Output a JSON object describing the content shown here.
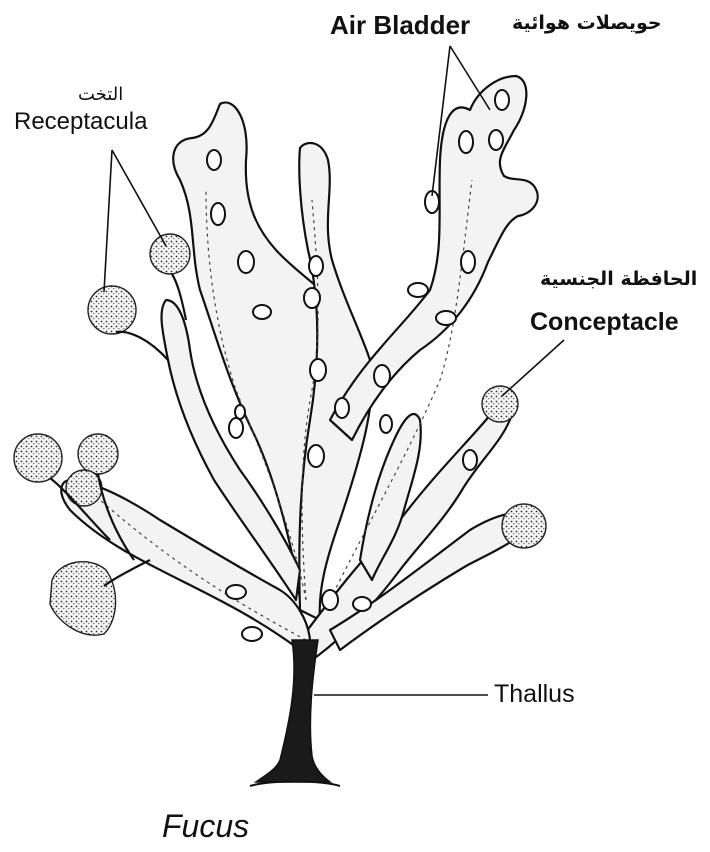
{
  "labels": {
    "air_bladder_en": "Air Bladder",
    "air_bladder_ar": "حويصلات هوائية",
    "receptacula_ar": "التخت",
    "receptacula_en": "Receptacula",
    "conceptacle_ar": "الحافظة الجنسية",
    "conceptacle_en": "Conceptacle",
    "thallus": "Thallus",
    "caption": "Fucus"
  },
  "colors": {
    "ink": "#111111",
    "frond_fill": "#f3f3f3",
    "shading": "#5a5a5a"
  }
}
